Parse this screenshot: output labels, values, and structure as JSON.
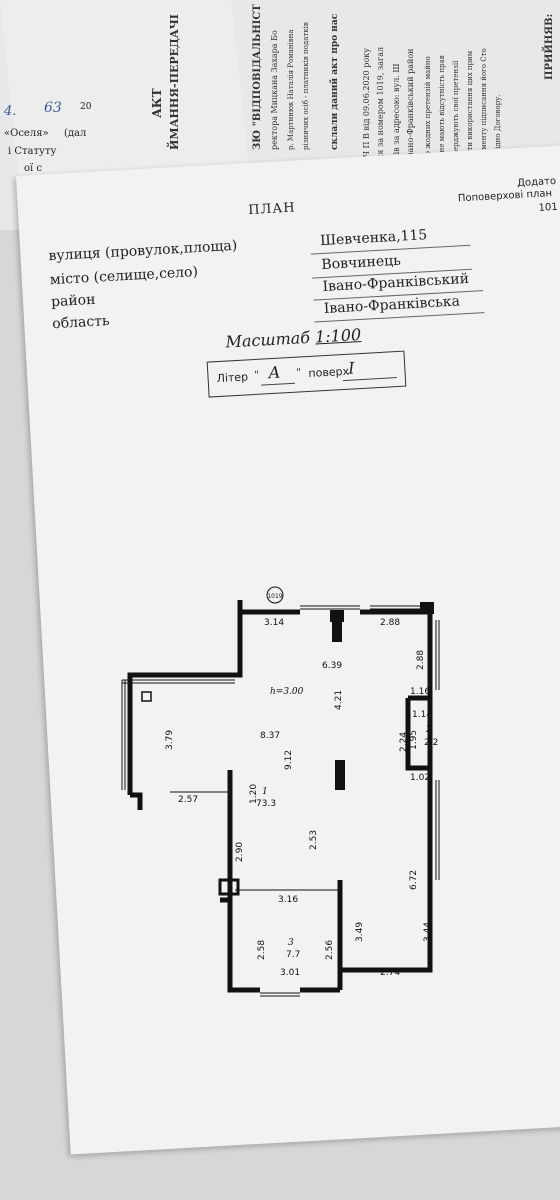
{
  "background": {
    "left_note_1": "«Оселя»",
    "left_note_2": "(дал",
    "left_note_3": "і Статуту",
    "left_note_4": "ої с",
    "handwritten_num": "4.",
    "handwritten_num2": "63",
    "year_frag": "20",
    "akt_title": "АКТ",
    "akt_subtitle": "ЙМАННЯ-ПЕРЕДАЧІ",
    "resp_line": "ЗЮ \"ВІДПОВІДАЛЬНІСТ",
    "resp_line_2": "ректора Мицкана Захара Бо",
    "resp_line_3": "р. Мартинюк Наталія Романівна",
    "resp_line_4": "різничих осіб - платників податків",
    "made_act": "склали даний акт про нас",
    "dkp_line": "20 Ч П В від 09.06.2020 року",
    "dkp_line_2": "ення за номером 1019, загал",
    "dkp_line_3": "ників за адресою: вул. Ш",
    "dkp_line_4": "а, Івано-Франківський район",
    "claim_line": "ь, що жодних претензій майно",
    "claim_line_2": "дної не мають відсутність прав",
    "claim_line_3": "підтверджують свої претензії",
    "claim_line_4": "в проти використання цих прим",
    "claim_line_5": ", з моменту підписання його Сто",
    "claim_line_6": "рін згідно Договору.",
    "accepted": "ПРИЙНЯВ:"
  },
  "sheet": {
    "corner_1": "Додато",
    "corner_2": "Поповерхові план",
    "corner_3": "101",
    "title": "ПЛАН",
    "fields": [
      {
        "label": "вулиця (провулок,площа)",
        "value": "Шевченка,115"
      },
      {
        "label": "місто (селище,село)",
        "value": "Вовчинець"
      },
      {
        "label": "район",
        "value": "Івано-Франківський"
      },
      {
        "label": "область",
        "value": "Івано-Франківська"
      }
    ],
    "scale_label": "Масштаб",
    "scale_value": "1:100",
    "liter_label": "Літер",
    "liter_value": "А",
    "floor_label": "поверх",
    "floor_value": "I"
  },
  "plan": {
    "building_no": "1019",
    "dims": {
      "d314": "3.14",
      "d288a": "2.88",
      "d288b": "2.88",
      "d639": "6.39",
      "h300": "h=3.00",
      "d421": "4.21",
      "d116": "1.16",
      "d114": "1.14",
      "d837": "8.37",
      "d912": "9.12",
      "d379": "3.79",
      "d224": "2.24",
      "d195": "1.95",
      "r2_num": "2",
      "r2_area": "2.2",
      "d102": "1.02",
      "r1_num": "1",
      "r1_area": "73.3",
      "d257": "2.57",
      "d120": "1.20",
      "d290": "2.90",
      "d253": "2.53",
      "d672": "6.72",
      "d316": "3.16",
      "d349": "3.49",
      "d344": "3.44",
      "d258": "2.58",
      "d256": "2.56",
      "r3_num": "3",
      "r3_area": "7.7",
      "d301": "3.01",
      "d274": "2.74"
    }
  }
}
